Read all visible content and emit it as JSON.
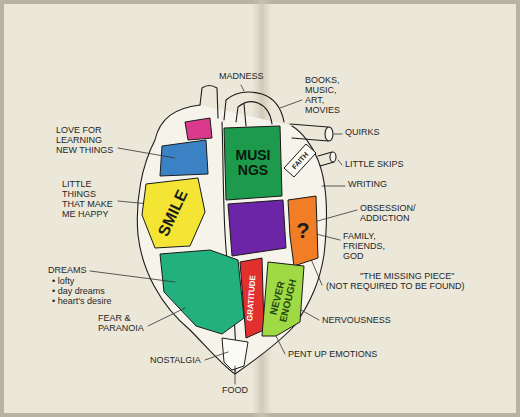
{
  "diagram": {
    "nodes": [
      {
        "text": [
          "MUSINGS"
        ]
      },
      {
        "text": [
          "FAITH"
        ]
      },
      {
        "text": [
          "SMILE"
        ]
      },
      {
        "text": [
          "?"
        ]
      },
      {
        "text": [
          "GRATITUDE"
        ]
      },
      {
        "text": [
          "NEVER ENOUGH"
        ]
      }
    ],
    "labels": [
      "MADNESS",
      "BOOKS, MUSIC, ART, MOVIES",
      "LOVE FOR LEARNING NEW THINGS",
      "QUIRKS",
      "LITTLE SKIPS",
      "LITTLE THINGS THAT MAKE ME HAPPY",
      "WRITING",
      "OBSESSION/ ADDICTION",
      "FAMILY, FRIENDS, GOD",
      "DREAMS",
      "• lofty",
      "• day dreams",
      "• heart's desire",
      "\"THE MISSING PIECE\" (NOT REQUIRED TO BE FOUND)",
      "NERVOUSNESS",
      "FEAR & PARANOIA",
      "PENT UP EMOTIONS",
      "NOSTALGIA",
      "FOOD"
    ]
  }
}
